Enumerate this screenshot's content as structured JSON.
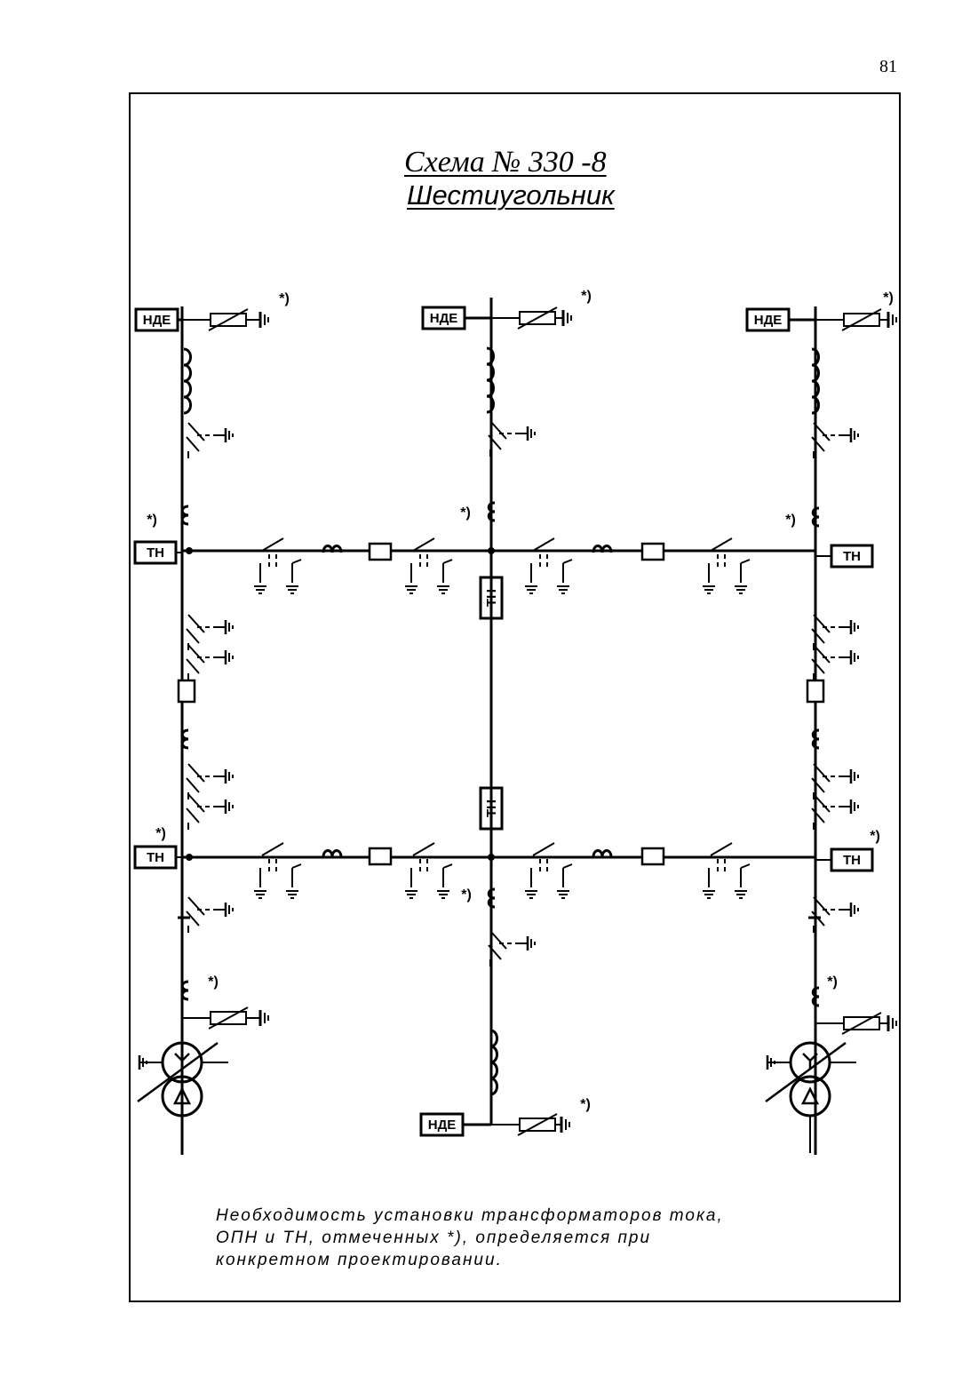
{
  "page": {
    "number": "81"
  },
  "title": {
    "line1": "Схема  № 330 -8",
    "line2": "Шестиугольник"
  },
  "labels": {
    "nde": "НДЕ",
    "tn": "ТН",
    "star": "*)"
  },
  "note": {
    "line1": "Необходимость установки трансформаторов тока,",
    "line2": "ОПН и ТН, отмеченных *), определяется при",
    "line3": "конкретном проектировании."
  },
  "icons": [
    "switch-icon",
    "reactor-icon",
    "surge-arrester-icon",
    "ground-icon",
    "circuit-breaker-icon",
    "current-transformer-icon",
    "autotransformer-icon"
  ],
  "colors": {
    "line": "#000000",
    "background": "#ffffff"
  }
}
